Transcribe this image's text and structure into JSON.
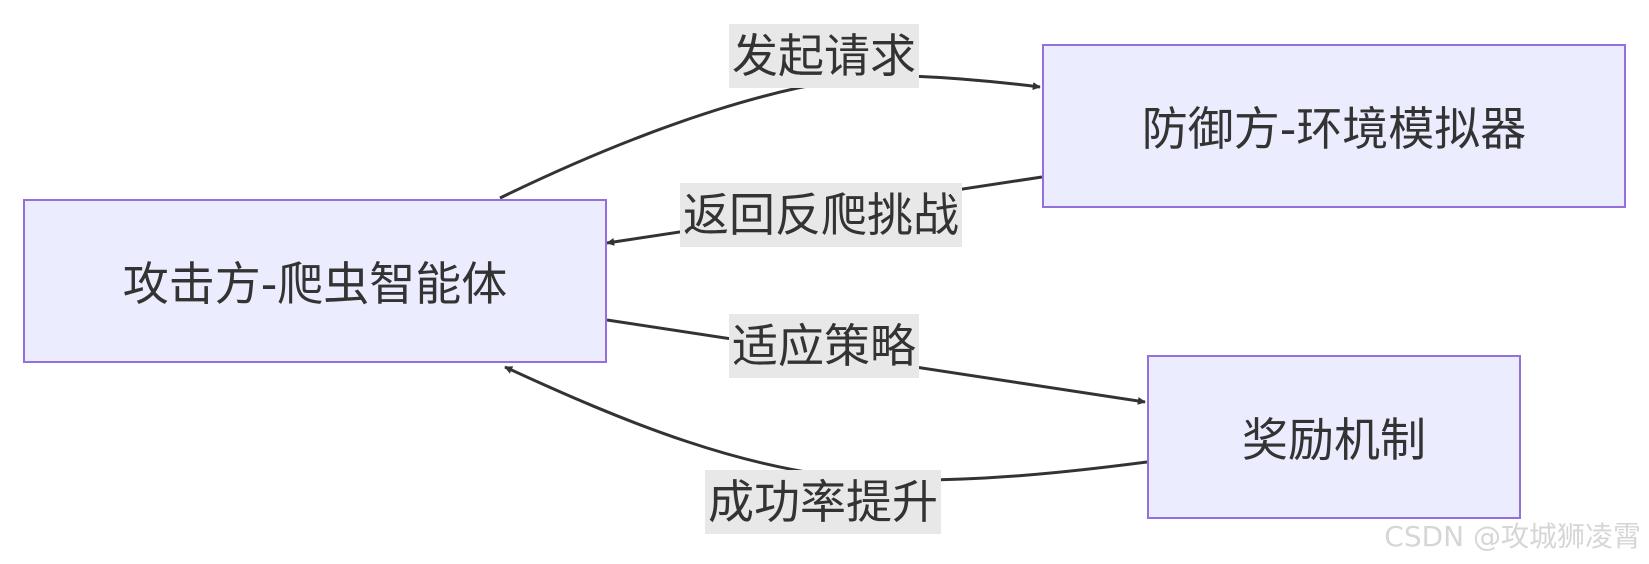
{
  "nodes": {
    "attacker": "攻击方-爬虫智能体",
    "defender": "防御方-环境模拟器",
    "reward": "奖励机制"
  },
  "edges": {
    "request": "发起请求",
    "challenge": "返回反爬挑战",
    "adapt": "适应策略",
    "success": "成功率提升"
  },
  "watermark": "CSDN @攻城狮凌霄",
  "colors": {
    "node_fill": "#ececff",
    "node_border": "#9370db",
    "edge_stroke": "#333333",
    "label_background": "#e8e8e8",
    "text": "#333333"
  }
}
